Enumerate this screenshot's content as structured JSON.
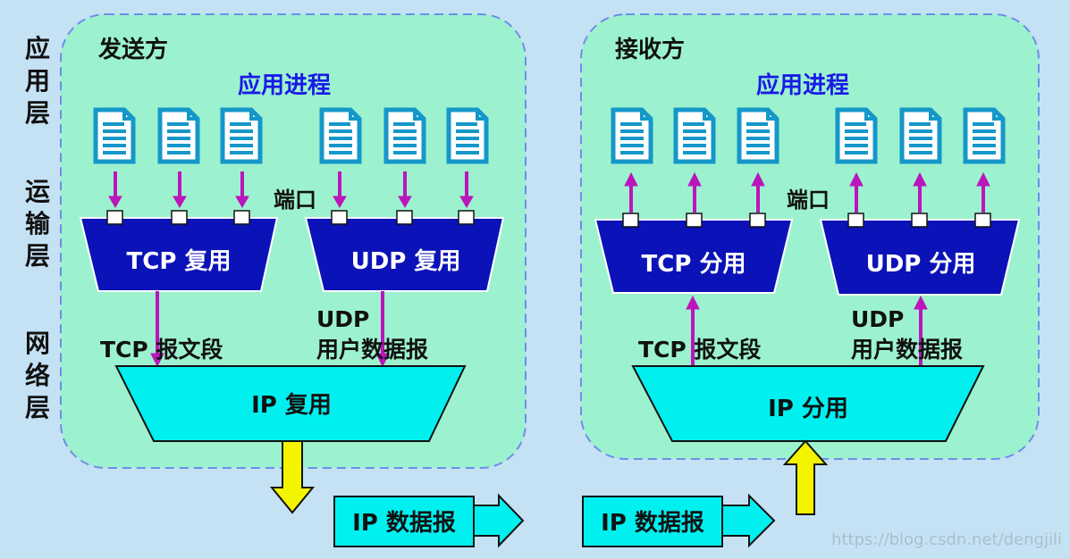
{
  "layers": [
    "应用层",
    "运输层",
    "网络层"
  ],
  "sender": {
    "title": "发送方",
    "app_process": "应用进程",
    "port_label": "端口",
    "tcp_mux": "TCP 复用",
    "udp_mux": "UDP 复用",
    "tcp_segment": "TCP 报文段",
    "udp_label_1": "UDP",
    "udp_label_2": "用户数据报",
    "ip_mux": "IP 复用"
  },
  "receiver": {
    "title": "接收方",
    "app_process": "应用进程",
    "port_label": "端口",
    "tcp_demux": "TCP 分用",
    "udp_demux": "UDP 分用",
    "tcp_segment": "TCP 报文段",
    "udp_label_1": "UDP",
    "udp_label_2": "用户数据报",
    "ip_demux": "IP 分用"
  },
  "datagram_left": "IP 数据报",
  "datagram_right": "IP 数据报",
  "watermark": "https://blog.csdn.net/dengjili",
  "colors": {
    "background": "#c5e2f5",
    "host_fill": "#9cf2cf",
    "host_border": "#6f8de8",
    "transport_fill": "#0b13b8",
    "ip_fill": "#00f0f0",
    "arrow_purple": "#bb15bb",
    "arrow_yellow": "#f4f400",
    "doc_icon": "#1597c9",
    "title_blue": "#1a1ae6"
  }
}
